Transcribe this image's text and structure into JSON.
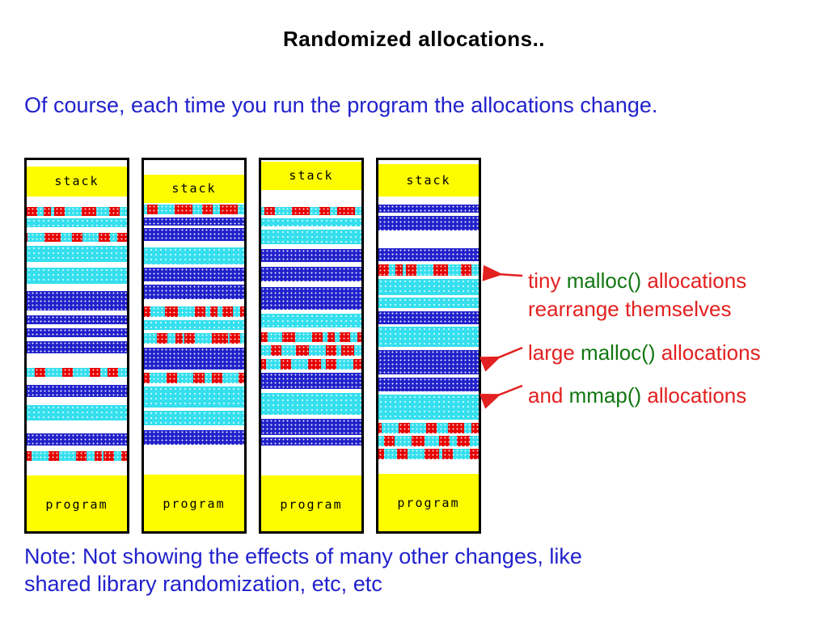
{
  "title": "Randomized allocations..",
  "intro": "Of course, each time you run the program the allocations change.",
  "note_line1": "Note: Not showing the effects of many other changes, like",
  "note_line2": "shared library randomization, etc, etc",
  "colors": {
    "blue_text": "#2121cd",
    "red_text": "#e32020",
    "green_text": "#117711",
    "cyan_band": "#35dfee",
    "blue_band": "#2121cc",
    "red_band": "#e60000",
    "yellow_band": "#fdfd00"
  },
  "annotations": [
    {
      "pre": "tiny ",
      "code": "malloc()",
      "post": " allocations",
      "line2": "rearrange themselves"
    },
    {
      "pre": "large ",
      "code": "malloc()",
      "post": " allocations"
    },
    {
      "pre": "and ",
      "code": "mmap()",
      "post": " allocations"
    }
  ],
  "memory_maps": {
    "stack_label": "stack",
    "program_label": "program",
    "band_legend": {
      "w": "free-gap",
      "s": "stack",
      "p": "program",
      "c": "mmap-allocation",
      "b": "large-malloc-allocation",
      "t": "tiny-malloc-allocations"
    },
    "columns": [
      {
        "bands": [
          [
            "w",
            8
          ],
          [
            "s",
            37
          ],
          [
            "w",
            13
          ],
          [
            "t",
            11,
            0
          ],
          [
            "w",
            3
          ],
          [
            "c",
            11
          ],
          [
            "w",
            7
          ],
          [
            "t",
            11,
            12
          ],
          [
            "w",
            5
          ],
          [
            "c",
            20
          ],
          [
            "w",
            7
          ],
          [
            "c",
            20
          ],
          [
            "w",
            9
          ],
          [
            "b",
            24
          ],
          [
            "w",
            6
          ],
          [
            "b",
            11
          ],
          [
            "w",
            5
          ],
          [
            "b",
            11
          ],
          [
            "w",
            5
          ],
          [
            "b",
            15
          ],
          [
            "w",
            18
          ],
          [
            "t",
            11,
            24
          ],
          [
            "w",
            10
          ],
          [
            "b",
            15
          ],
          [
            "w",
            10
          ],
          [
            "c",
            19
          ],
          [
            "w",
            16
          ],
          [
            "b",
            15
          ],
          [
            "w",
            7
          ],
          [
            "t",
            12,
            7
          ],
          [
            "w",
            18
          ],
          [
            "p",
            72
          ]
        ]
      },
      {
        "bands": [
          [
            "w",
            18
          ],
          [
            "s",
            35
          ],
          [
            "w",
            2
          ],
          [
            "t",
            12,
            30
          ],
          [
            "w",
            4
          ],
          [
            "b",
            10
          ],
          [
            "w",
            3
          ],
          [
            "b",
            16
          ],
          [
            "w",
            8
          ],
          [
            "c",
            21
          ],
          [
            "w",
            4
          ],
          [
            "b",
            17
          ],
          [
            "w",
            4
          ],
          [
            "b",
            18
          ],
          [
            "w",
            9
          ],
          [
            "t",
            13,
            5
          ],
          [
            "w",
            4
          ],
          [
            "c",
            12
          ],
          [
            "w",
            4
          ],
          [
            "t",
            13,
            18
          ],
          [
            "w",
            5
          ],
          [
            "b",
            27
          ],
          [
            "w",
            4
          ],
          [
            "t",
            13,
            40
          ],
          [
            "w",
            4
          ],
          [
            "c",
            26
          ],
          [
            "w",
            4
          ],
          [
            "c",
            18
          ],
          [
            "w",
            6
          ],
          [
            "b",
            18
          ],
          [
            "w",
            37
          ],
          [
            "p",
            72
          ]
        ]
      },
      {
        "bands": [
          [
            "w",
            2
          ],
          [
            "s",
            35
          ],
          [
            "w",
            21
          ],
          [
            "t",
            10,
            30
          ],
          [
            "w",
            4
          ],
          [
            "c",
            10
          ],
          [
            "w",
            4
          ],
          [
            "c",
            18
          ],
          [
            "w",
            6
          ],
          [
            "b",
            16
          ],
          [
            "w",
            6
          ],
          [
            "b",
            18
          ],
          [
            "w",
            7
          ],
          [
            "b",
            28
          ],
          [
            "w",
            5
          ],
          [
            "c",
            17
          ],
          [
            "w",
            6
          ],
          [
            "t",
            12,
            5
          ],
          [
            "w",
            4
          ],
          [
            "t",
            13,
            22
          ],
          [
            "w",
            4
          ],
          [
            "t",
            13,
            44
          ],
          [
            "w",
            4
          ],
          [
            "b",
            20
          ],
          [
            "w",
            5
          ],
          [
            "c",
            27
          ],
          [
            "w",
            5
          ],
          [
            "b",
            20
          ],
          [
            "w",
            3
          ],
          [
            "b",
            10
          ],
          [
            "w",
            37
          ],
          [
            "p",
            72
          ]
        ]
      },
      {
        "bands": [
          [
            "w",
            5
          ],
          [
            "s",
            40
          ],
          [
            "w",
            10
          ],
          [
            "b",
            10
          ],
          [
            "w",
            4
          ],
          [
            "b",
            18
          ],
          [
            "w",
            22
          ],
          [
            "b",
            16
          ],
          [
            "w",
            4
          ],
          [
            "t",
            14,
            0
          ],
          [
            "w",
            4
          ],
          [
            "c",
            20
          ],
          [
            "w",
            3
          ],
          [
            "c",
            13
          ],
          [
            "w",
            4
          ],
          [
            "b",
            16
          ],
          [
            "w",
            3
          ],
          [
            "c",
            25
          ],
          [
            "w",
            4
          ],
          [
            "b",
            30
          ],
          [
            "w",
            4
          ],
          [
            "b",
            17
          ],
          [
            "w",
            4
          ],
          [
            "c",
            31
          ],
          [
            "w",
            4
          ],
          [
            "t",
            13,
            9
          ],
          [
            "w",
            3
          ],
          [
            "t",
            13,
            27
          ],
          [
            "w",
            3
          ],
          [
            "t",
            13,
            45
          ],
          [
            "w",
            18
          ],
          [
            "p",
            72
          ]
        ]
      }
    ]
  }
}
